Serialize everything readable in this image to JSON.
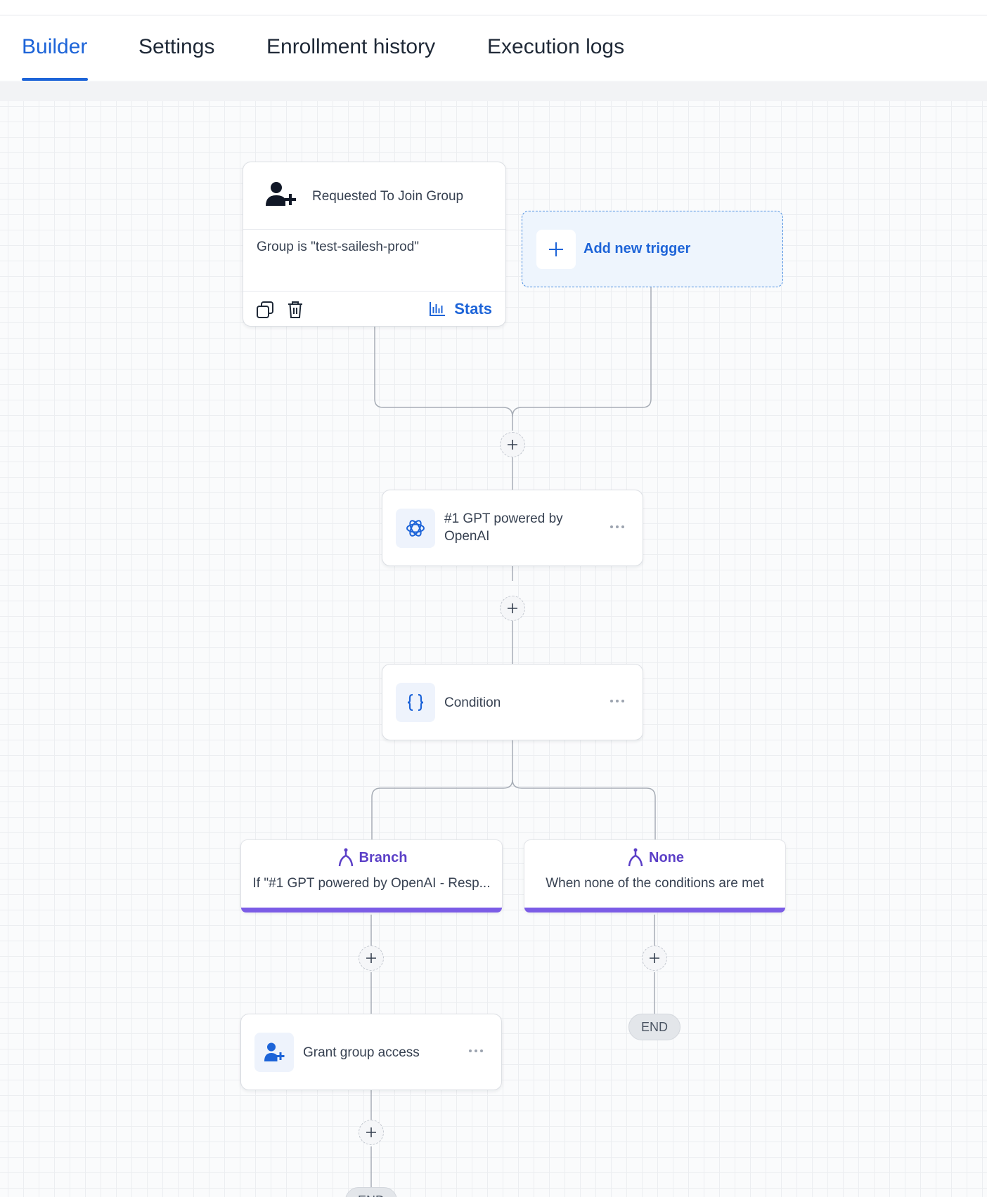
{
  "tabs": [
    {
      "label": "Builder",
      "active": true
    },
    {
      "label": "Settings",
      "active": false
    },
    {
      "label": "Enrollment history",
      "active": false
    },
    {
      "label": "Execution logs",
      "active": false
    }
  ],
  "colors": {
    "accent": "#1d64d8",
    "branch_accent": "#7b5ce6",
    "branch_text": "#5b3fc7"
  },
  "trigger": {
    "icon": "user-plus-icon",
    "title": "Requested To Join Group",
    "description": "Group is \"test-sailesh-prod\"",
    "stats_label": "Stats"
  },
  "add_trigger": {
    "label": "Add new trigger"
  },
  "steps": [
    {
      "icon": "openai-icon",
      "title": "#1 GPT powered by OpenAI"
    },
    {
      "icon": "braces-icon",
      "title": "Condition"
    }
  ],
  "branches": [
    {
      "icon": "branch-icon",
      "title": "Branch",
      "description": "If \"#1 GPT powered by OpenAI - Resp..."
    },
    {
      "icon": "branch-icon",
      "title": "None",
      "description": "When none of the conditions are met"
    }
  ],
  "action": {
    "icon": "user-plus-icon",
    "title": "Grant group access"
  },
  "end_label": "END"
}
